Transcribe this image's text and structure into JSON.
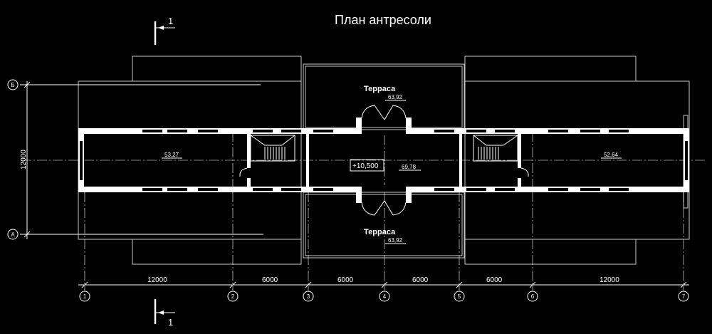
{
  "title": "План антресоли",
  "section_mark": "1",
  "rooms": {
    "terrace_top": "Терраса",
    "terrace_bottom": "Терраса"
  },
  "areas": {
    "left_hall": "53,27",
    "center_hall": "69,78",
    "right_hall": "52,64",
    "terrace_top": "63,92",
    "terrace_bottom": "63,92"
  },
  "level_mark": "+10,500",
  "dimensions": {
    "overall_height": "12000",
    "spans": [
      "12000",
      "6000",
      "6000",
      "6000",
      "6000",
      "12000"
    ]
  },
  "axes_vertical": [
    "1",
    "2",
    "3",
    "4",
    "5",
    "6",
    "7"
  ],
  "axes_horizontal": [
    "Б",
    "А"
  ],
  "colors": {
    "background": "#000000",
    "lines": "#ffffff"
  }
}
